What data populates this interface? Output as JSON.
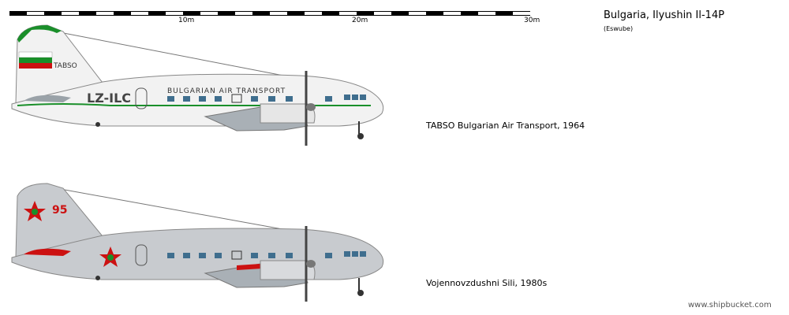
{
  "title": "Bulgaria, Ilyushin Il-14P",
  "author": "(Eswube)",
  "scale": {
    "labels": [
      "10m",
      "20m",
      "30m"
    ]
  },
  "aircraft": [
    {
      "caption": "TABSO Bulgarian Air Transport, 1964",
      "registration": "LZ-ILC",
      "fuselage_text": "BULGARIAN  AIR  TRANSPORT",
      "tail_text": "TABSO",
      "body_color": "#f2f2f2",
      "stripe_color": "#1a8f2a"
    },
    {
      "caption": "Vojennovzdushni Sili, 1980s",
      "tail_number": "95",
      "body_color": "#c8cbcf",
      "accent_color": "#cc1111"
    }
  ],
  "watermark": "www.shipbucket.com"
}
